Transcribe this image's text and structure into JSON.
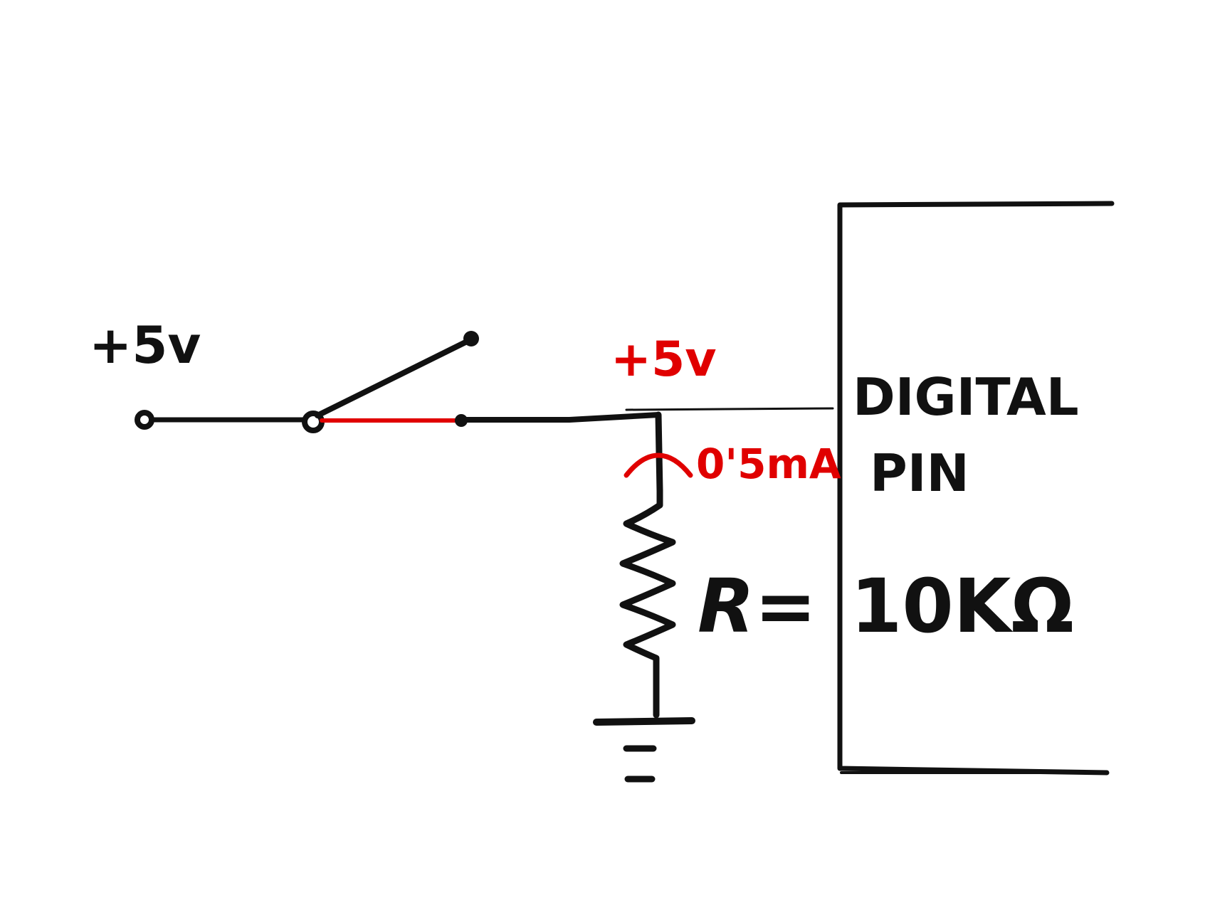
{
  "diagram": {
    "colors": {
      "ink": "#111111",
      "accent": "#e00000",
      "paper": "#ffffff"
    },
    "labels": {
      "supply_voltage": "+5v",
      "node_voltage": "+5v",
      "current": "0'5mA",
      "pin_line1": "DIGITAL",
      "pin_line2": "PIN",
      "resistor_symbol": "R=",
      "resistor_value": "10KΩ"
    }
  }
}
